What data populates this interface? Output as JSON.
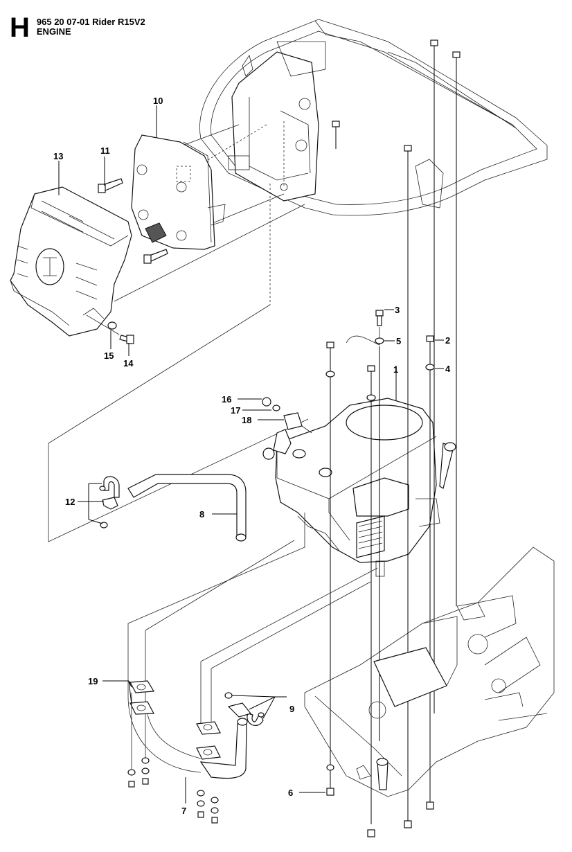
{
  "header": {
    "section_letter": "H",
    "title_line1": "965 20 07-01 Rider R15V2",
    "title_line2": "ENGINE"
  },
  "callouts": [
    {
      "id": "callout-1",
      "text": "1"
    },
    {
      "id": "callout-2",
      "text": "2"
    },
    {
      "id": "callout-3",
      "text": "3"
    },
    {
      "id": "callout-4",
      "text": "4"
    },
    {
      "id": "callout-5",
      "text": "5"
    },
    {
      "id": "callout-6",
      "text": "6"
    },
    {
      "id": "callout-7",
      "text": "7"
    },
    {
      "id": "callout-8",
      "text": "8"
    },
    {
      "id": "callout-9",
      "text": "9"
    },
    {
      "id": "callout-10",
      "text": "10"
    },
    {
      "id": "callout-11",
      "text": "11"
    },
    {
      "id": "callout-12",
      "text": "12"
    },
    {
      "id": "callout-13",
      "text": "13"
    },
    {
      "id": "callout-14",
      "text": "14"
    },
    {
      "id": "callout-15",
      "text": "15"
    },
    {
      "id": "callout-16",
      "text": "16"
    },
    {
      "id": "callout-17",
      "text": "17"
    },
    {
      "id": "callout-18",
      "text": "18"
    },
    {
      "id": "callout-19",
      "text": "19"
    }
  ]
}
